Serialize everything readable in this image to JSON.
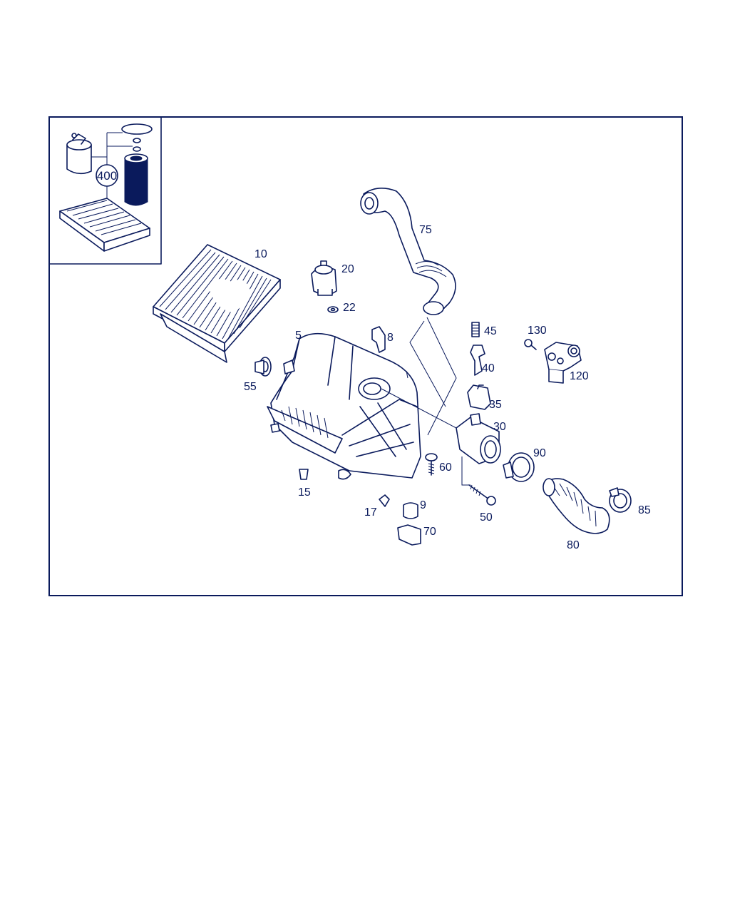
{
  "diagram": {
    "kit_label": "400",
    "callouts": {
      "p10": "10",
      "p20": "20",
      "p22": "22",
      "p5": "5",
      "p8": "8",
      "p55": "55",
      "p75": "75",
      "p45": "45",
      "p40": "40",
      "p35": "35",
      "p130": "130",
      "p120": "120",
      "p30": "30",
      "p90": "90",
      "p60": "60",
      "p15": "15",
      "p9": "9",
      "p17": "17",
      "p70": "70",
      "p50": "50",
      "p80": "80",
      "p85": "85"
    }
  }
}
